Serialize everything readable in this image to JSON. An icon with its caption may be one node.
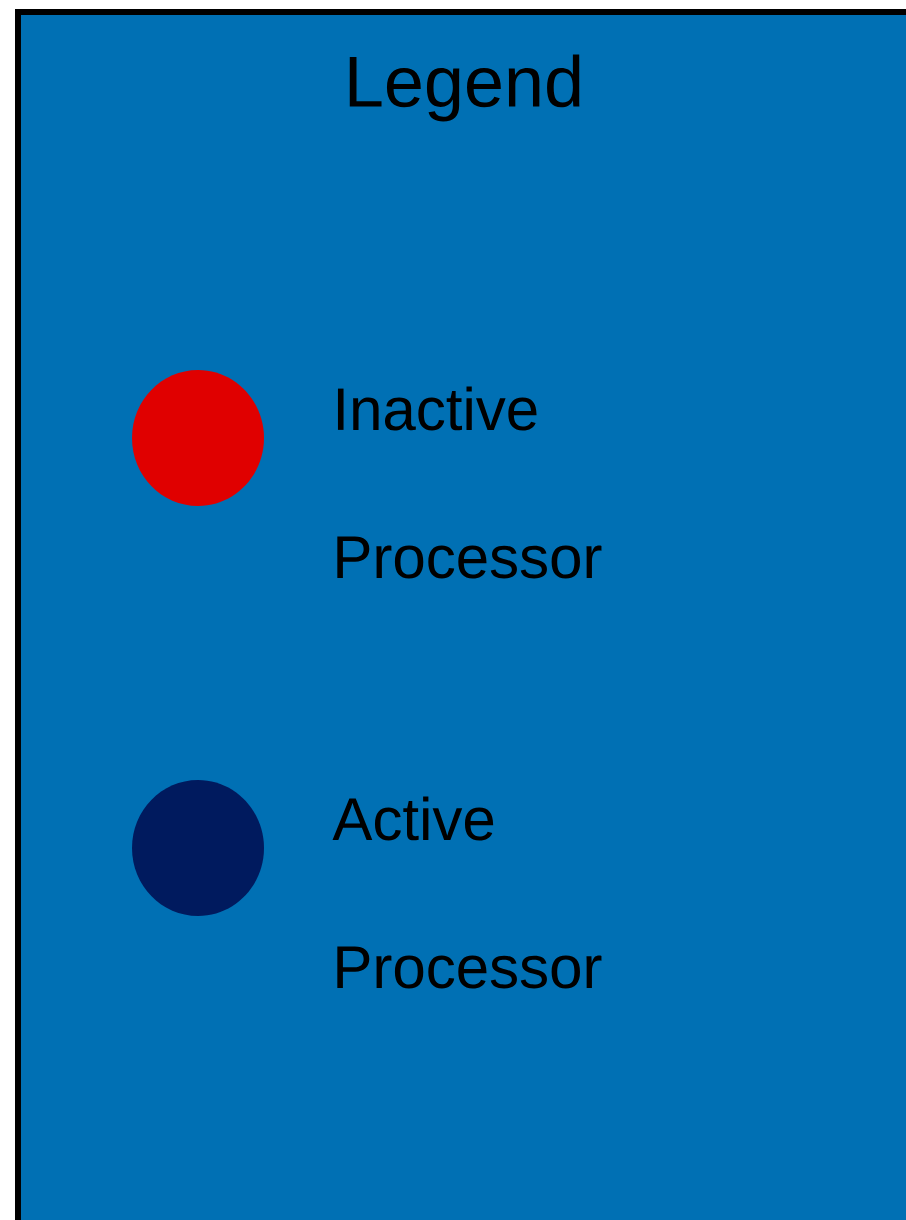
{
  "diagram": {
    "title": "Legend",
    "legend": [
      {
        "text": "Inactive Processor",
        "color": "#e00000"
      },
      {
        "text": "Active Processor",
        "color": "#001a5e"
      }
    ]
  }
}
